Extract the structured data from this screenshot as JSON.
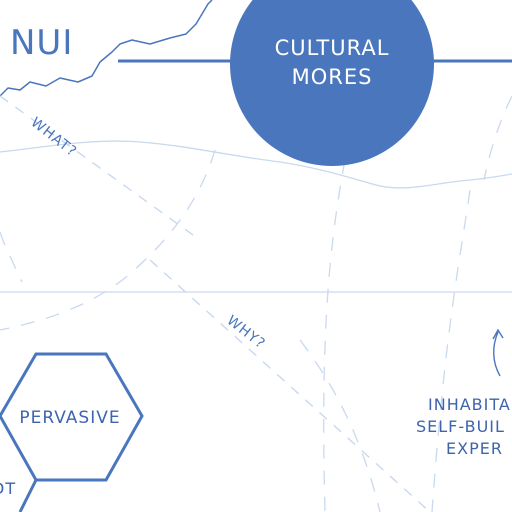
{
  "diagram": {
    "region_label": "NUI",
    "circle_label": {
      "line1": "CULTURAL",
      "line2": "MORES"
    },
    "axis_what": "WHAT?",
    "axis_why": "WHY?",
    "hexagon_label": "PERVASIVE",
    "partial_left_label": "DT",
    "side_note": {
      "line1": "INHABITA",
      "line2": "SELF-BUIL",
      "line3": "EXPER"
    }
  },
  "colors": {
    "accent": "#4a76be",
    "ink": "#3d64ad",
    "faint": "#c9d9ee",
    "white": "#ffffff"
  }
}
